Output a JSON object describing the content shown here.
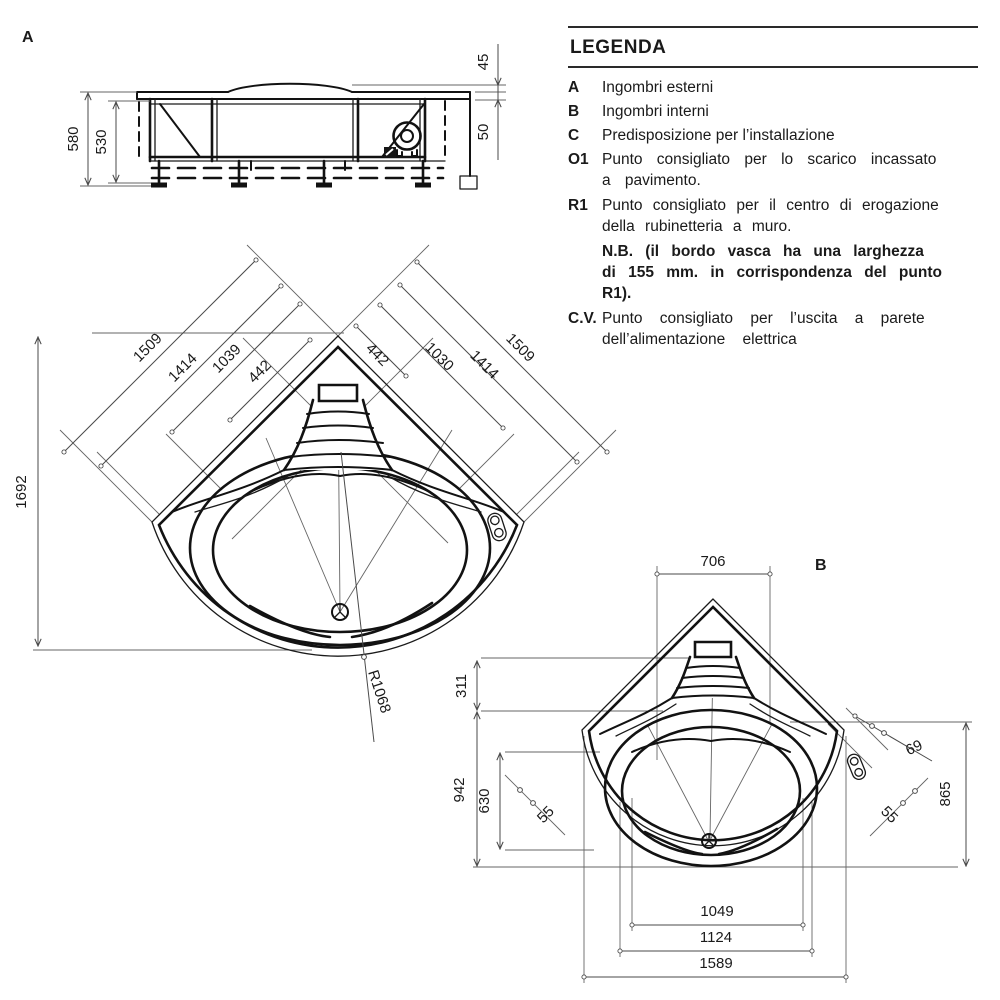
{
  "colors": {
    "ink": "#1a1a1a",
    "dim_line": "#555555",
    "background": "#ffffff"
  },
  "legend": {
    "title": "LEGENDA",
    "items": [
      {
        "key": "A",
        "text": "Ingombri esterni"
      },
      {
        "key": "B",
        "text": "Ingombri interni"
      },
      {
        "key": "C",
        "text": "Predisposizione per l’installazione"
      },
      {
        "key": "O1",
        "text": "Punto consigliato per lo scarico incassato\na pavimento."
      },
      {
        "key": "R1",
        "text": "Punto consigliato per il centro di erogazione\ndella rubinetteria a muro."
      },
      {
        "key": "",
        "text": "N.B. (il bordo vasca ha una larghezza\ndi 155 mm. in corrispondenza del punto\nR1)."
      },
      {
        "key": "C.V.",
        "text": "Punto consigliato per l’uscita a parete\ndell’alimentazione elettrica"
      }
    ]
  },
  "section_a": {
    "label": "A",
    "dim_total_height": "580",
    "dim_frame_height": "530",
    "dim_top_edge": "45",
    "dim_rim_height": "50"
  },
  "plan": {
    "dims_left": [
      "1509",
      "1414",
      "1039",
      "442"
    ],
    "dims_right": [
      "442",
      "1030",
      "1414",
      "1509"
    ],
    "height": "1692",
    "radius": "R1068"
  },
  "section_b": {
    "label": "B",
    "dim_corner_width": "706",
    "dim_corner_depth": "311",
    "dim_basin_depth": "942",
    "dim_basin_inner_depth": "630",
    "dim_rim_left": "55",
    "dim_rim_right": "55",
    "dim_jet": "69",
    "dim_side_height": "865",
    "dim_basin_width": "1049",
    "dim_rim_width": "1124",
    "dim_total_width": "1589"
  }
}
